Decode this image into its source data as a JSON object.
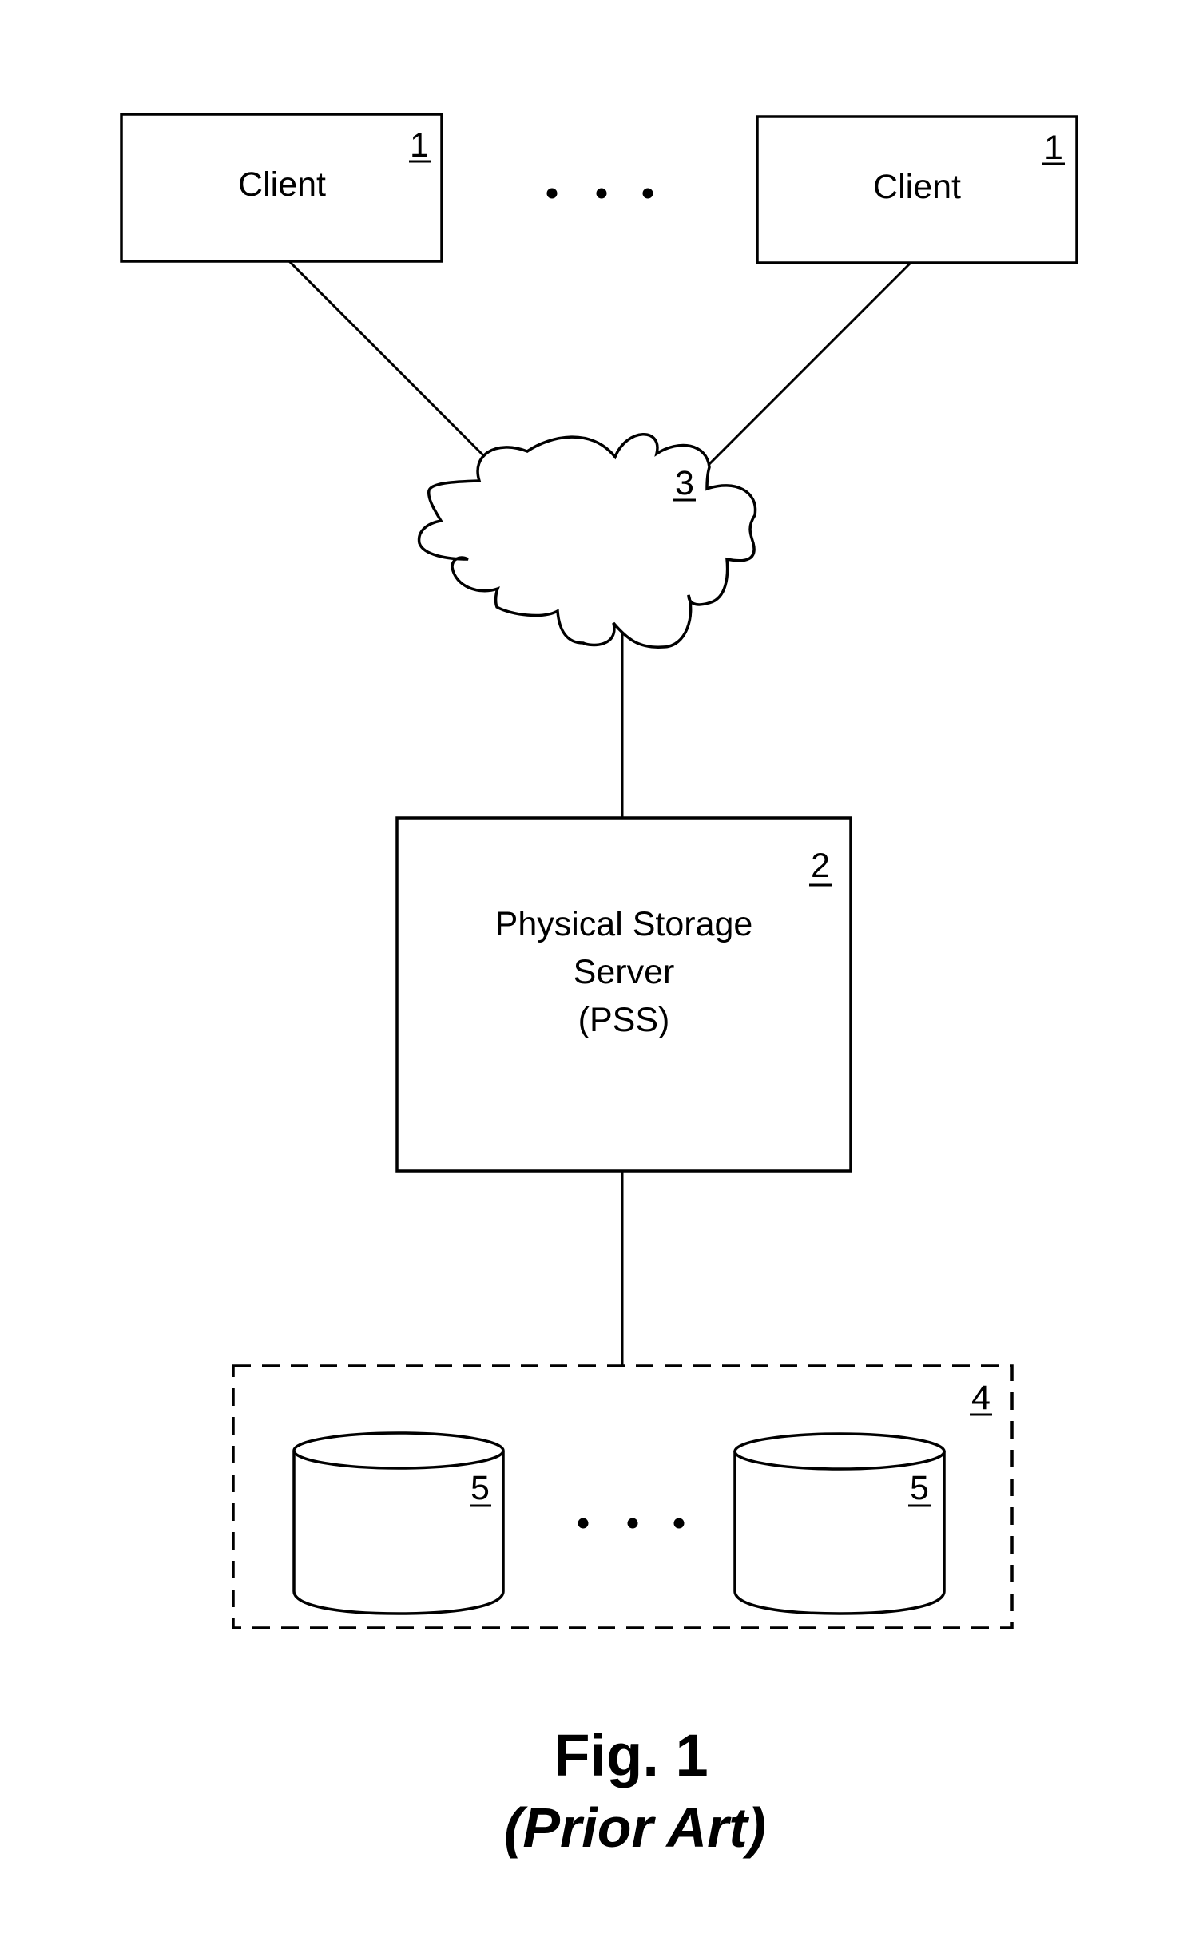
{
  "diagram": {
    "clients": [
      {
        "label": "Client",
        "ref": "1"
      },
      {
        "label": "Client",
        "ref": "1"
      }
    ],
    "clients_ellipsis": "• • •",
    "network": {
      "ref": "3",
      "shape": "cloud"
    },
    "server": {
      "lines": [
        "Physical Storage",
        "Server",
        "(PSS)"
      ],
      "ref": "2"
    },
    "storage_array": {
      "ref": "4",
      "style": "dashed"
    },
    "disks": [
      {
        "ref": "5"
      },
      {
        "ref": "5"
      }
    ],
    "disks_ellipsis": "• • •",
    "edges": [
      {
        "from": "client-left",
        "to": "network"
      },
      {
        "from": "client-right",
        "to": "network"
      },
      {
        "from": "network",
        "to": "server"
      },
      {
        "from": "server",
        "to": "storage-array"
      }
    ]
  },
  "caption": {
    "title": "Fig. 1",
    "subtitle": "(Prior Art)"
  }
}
